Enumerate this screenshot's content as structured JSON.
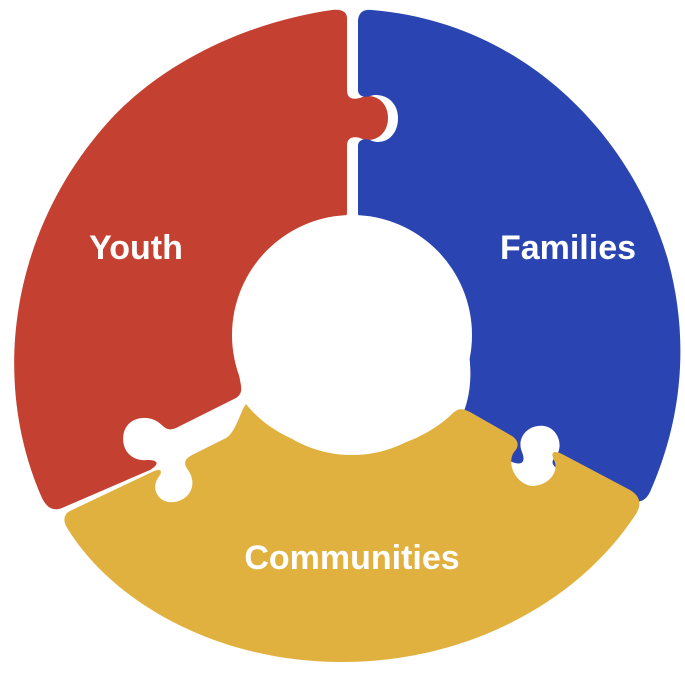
{
  "diagram": {
    "segments": [
      {
        "id": "youth",
        "label": "Youth",
        "color": "#c44030"
      },
      {
        "id": "families",
        "label": "Families",
        "color": "#2a45b1"
      },
      {
        "id": "communities",
        "label": "Communities",
        "color": "#e1b140"
      }
    ],
    "center_color": "#ffffff"
  }
}
